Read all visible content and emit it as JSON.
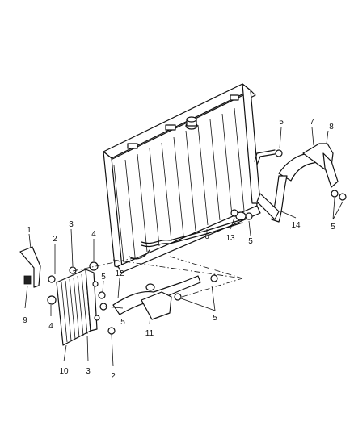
{
  "callouts": {
    "c1": "1",
    "c2a": "2",
    "c2b": "2",
    "c3a": "3",
    "c3b": "3",
    "c4a": "4",
    "c4b": "4",
    "c5a": "5",
    "c5b": "5",
    "c5c": "5",
    "c5d": "5",
    "c5e": "5",
    "c6": "6",
    "c7": "7",
    "c8": "8",
    "c9": "9",
    "c10": "10",
    "c11": "11",
    "c12": "12",
    "c13": "13",
    "c14": "14"
  }
}
